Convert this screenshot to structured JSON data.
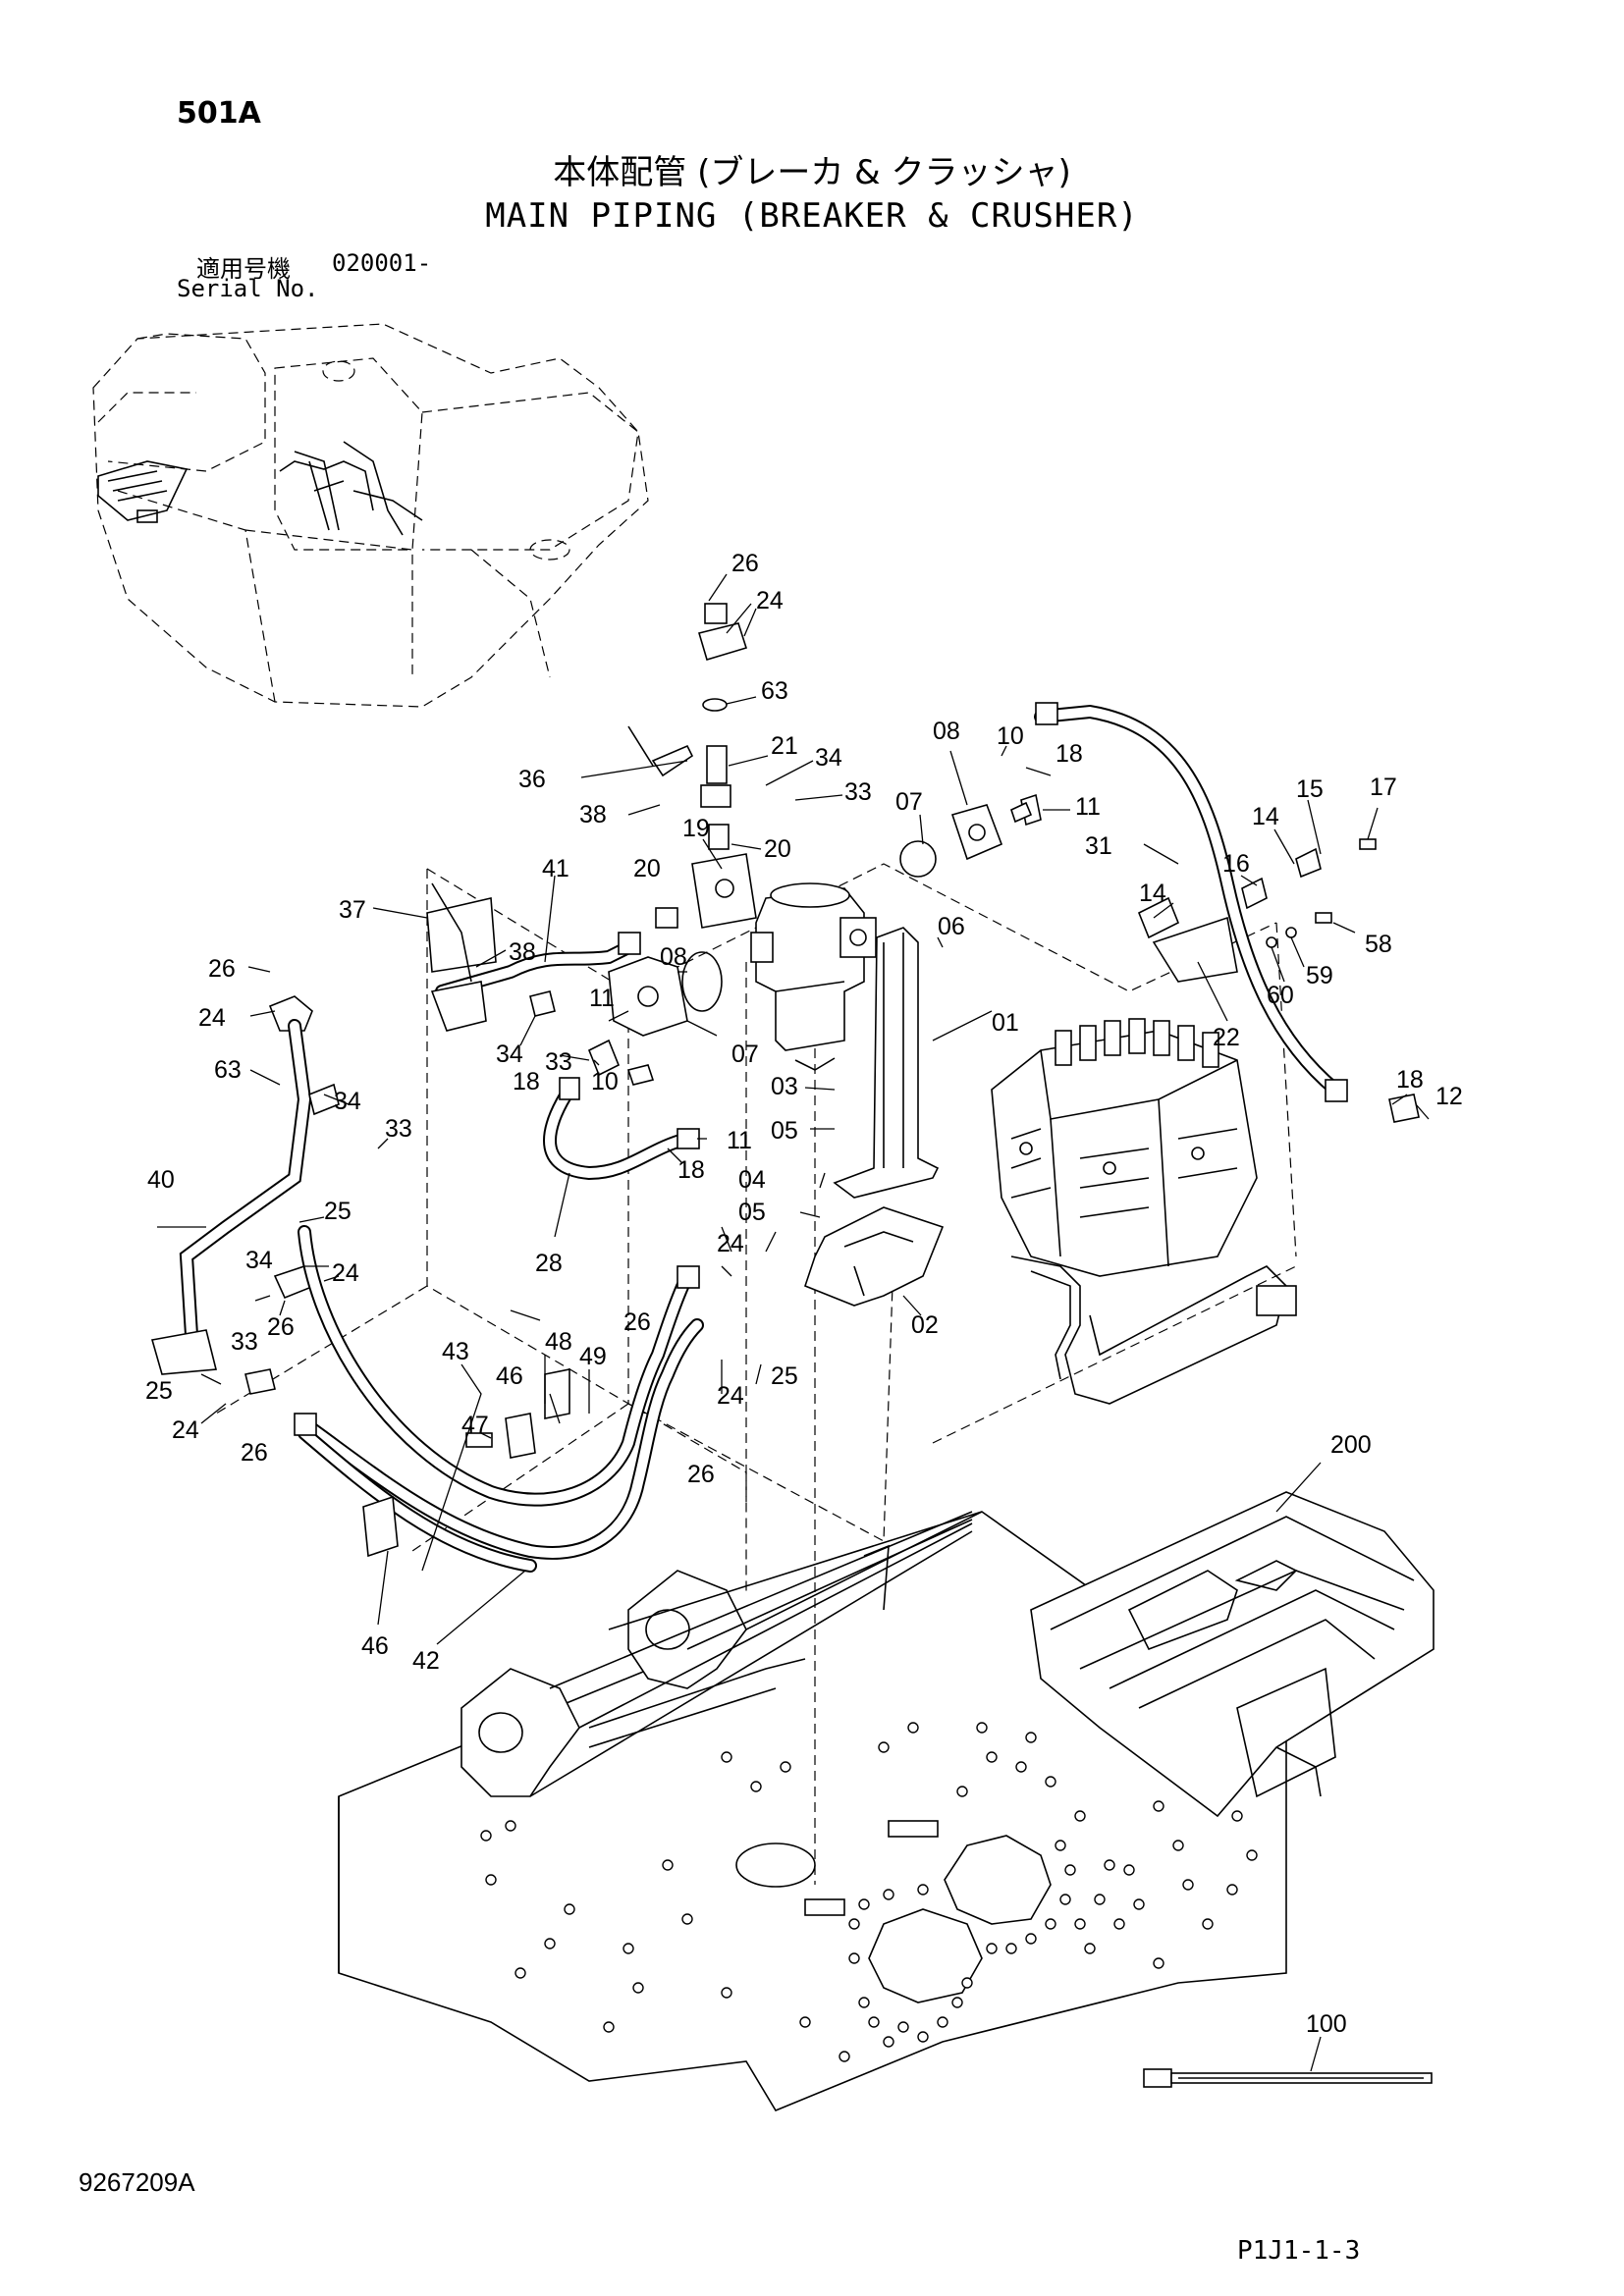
{
  "header": {
    "page_code": "501A",
    "title_jp": "本体配管 (ブレーカ & クラッシャ)",
    "title_en": "MAIN PIPING (BREAKER & CRUSHER)",
    "serial_label_jp": "適用号機",
    "serial_value": "020001-",
    "serial_label_en": "Serial No."
  },
  "footer": {
    "doc_number": "9267209A",
    "page_ref": "P1J1-1-3"
  },
  "callouts": {
    "c26a": "26",
    "c24a": "24",
    "c63a": "63",
    "c36": "36",
    "c21": "21",
    "c34a": "34",
    "c38a": "38",
    "c33a": "33",
    "c19": "19",
    "c20a": "20",
    "c20b": "20",
    "c08a": "08",
    "c10a": "10",
    "c18a": "18",
    "c11a": "11",
    "c07a": "07",
    "c31": "31",
    "c15": "15",
    "c17": "17",
    "c14a": "14",
    "c16": "16",
    "c14b": "14",
    "c58": "58",
    "c59": "59",
    "c60": "60",
    "c22": "22",
    "c37": "37",
    "c41": "41",
    "c38b": "38",
    "c06": "06",
    "c08b": "08",
    "c01": "01",
    "c26b": "26",
    "c24b": "24",
    "c63b": "63",
    "c34b": "34",
    "c33b": "33",
    "c11b": "11",
    "c18b": "18",
    "c10b": "10",
    "c07b": "07",
    "c34c": "34",
    "c33c": "33",
    "c03": "03",
    "c05a": "05",
    "c11c": "11",
    "c18c": "18",
    "c12": "12",
    "c18d": "18",
    "c40": "40",
    "c25a": "25",
    "c28": "28",
    "c04": "04",
    "c05b": "05",
    "c34d": "34",
    "c24c": "24",
    "c24d": "24",
    "c33d": "33",
    "c26c": "26",
    "c02": "02",
    "c26d": "26",
    "c25b": "25",
    "c43": "43",
    "c48": "48",
    "c49": "49",
    "c46a": "46",
    "c25c": "25",
    "c24e": "24",
    "c47": "47",
    "c26e": "26",
    "c24f": "24",
    "c26f": "26",
    "c200": "200",
    "c46b": "46",
    "c42": "42",
    "c100": "100"
  }
}
